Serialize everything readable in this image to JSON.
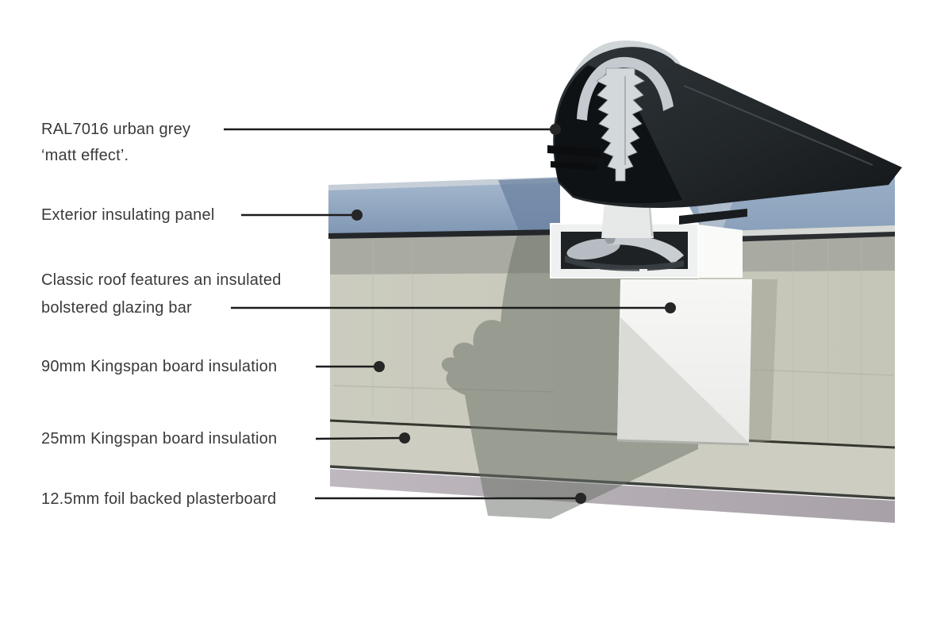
{
  "figure": {
    "type": "technical-cross-section-diagram",
    "subject": "Insulated bolstered glazing bar roof build-up",
    "background": "#ffffff",
    "labels": {
      "cap_line1": "RAL7016 urban grey",
      "cap_line2": "‘matt effect’.",
      "exterior_panel": "Exterior insulating panel",
      "glazing_bar_line1": "Classic roof features an insulated",
      "glazing_bar_line2": "bolstered glazing bar",
      "insulation_90": "90mm Kingspan board insulation",
      "insulation_25": "25mm Kingspan board insulation",
      "plasterboard": "12.5mm foil backed plasterboard"
    },
    "parts": [
      {
        "name": "glazing-bar-cap",
        "description": "RAL7016 urban grey matt effect capping",
        "color": "#1c2023"
      },
      {
        "name": "exterior-insulating-panel",
        "description": "Exterior insulating panel",
        "color": "#92aac5"
      },
      {
        "name": "bolstered-glazing-bar",
        "description": "Insulated bolstered glazing bar",
        "color": "#f3f4f2"
      },
      {
        "name": "insulation-90mm",
        "description": "90mm Kingspan board insulation",
        "color": "#c9cabd"
      },
      {
        "name": "insulation-25mm",
        "description": "25mm Kingspan board insulation",
        "color": "#cdcec1"
      },
      {
        "name": "plasterboard-12-5mm",
        "description": "12.5mm foil backed plasterboard",
        "color": "#b3adb3"
      }
    ],
    "colors": {
      "label_text": "#3a3a3a",
      "leader_line": "#1c1c1c",
      "cap_dark": "#1c2023",
      "aluminium_light": "#d3d8db",
      "panel_blue": "#92aac5",
      "band_grey": "#a9aaa1",
      "insulation_beige": "#c9cabd",
      "insulation_beige_25": "#cdcec1",
      "shadow_grey": "#666b64",
      "bolster_white": "#f3f4f2",
      "plasterboard_mauve": "#b3adb3",
      "seam_dark": "#35372f"
    }
  }
}
